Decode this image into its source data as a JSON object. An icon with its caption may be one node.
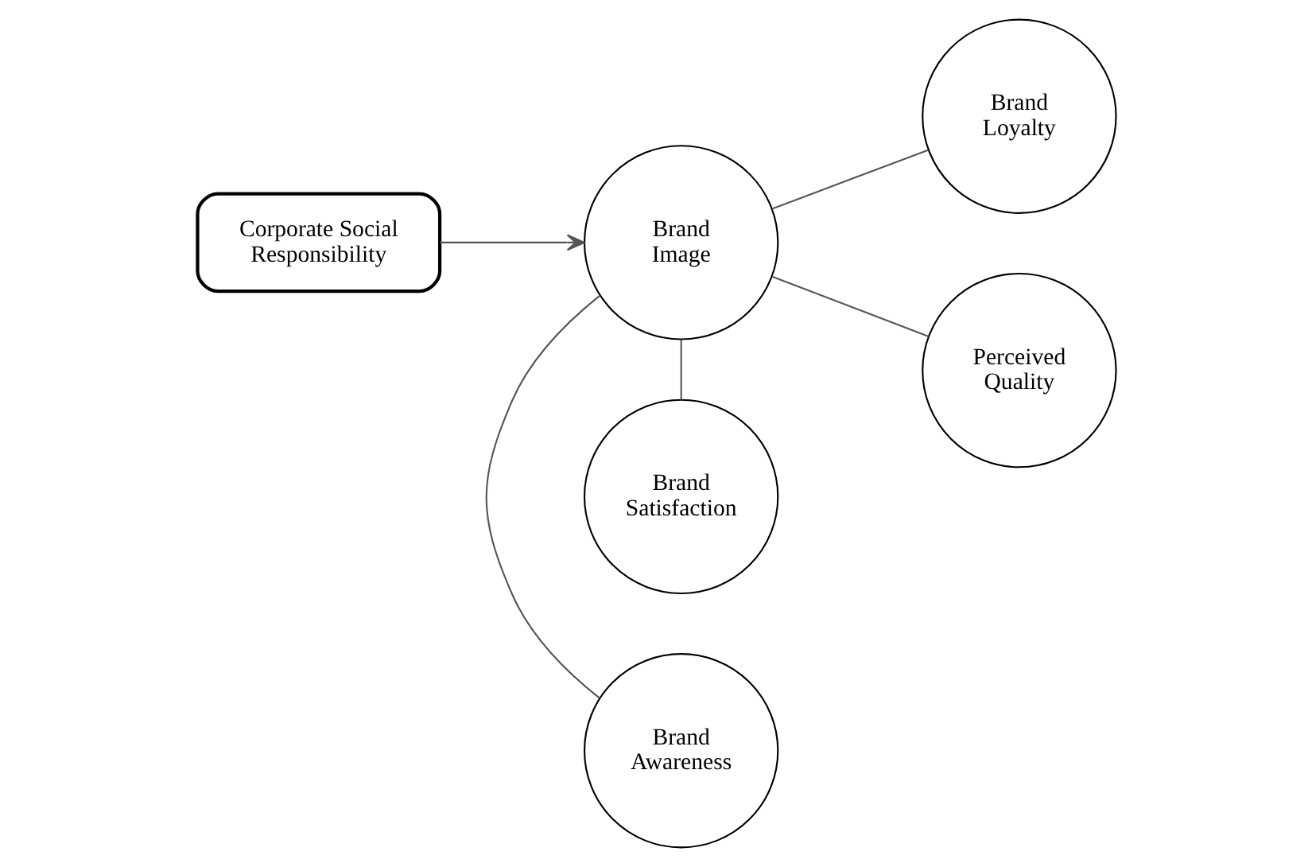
{
  "diagram": {
    "nodes": [
      {
        "text": [
          "Corporate Social Responsibility"
        ]
      },
      {
        "text": [
          "Brand Image"
        ]
      },
      {
        "text": [
          "Brand Awareness"
        ]
      },
      {
        "text": [
          "Brand Loyalty"
        ]
      },
      {
        "text": [
          "Perceived Quality"
        ]
      },
      {
        "text": [
          "Brand Satisfaction"
        ]
      }
    ],
    "edges": [
      {
        "from": 0,
        "to": 1,
        "arrow": "to"
      },
      {
        "from": 1,
        "to": 2,
        "arrow": "none"
      },
      {
        "from": 1,
        "to": 3,
        "arrow": "none"
      },
      {
        "from": 1,
        "to": 4,
        "arrow": "none"
      },
      {
        "from": 1,
        "to": 5,
        "arrow": "none"
      }
    ]
  }
}
